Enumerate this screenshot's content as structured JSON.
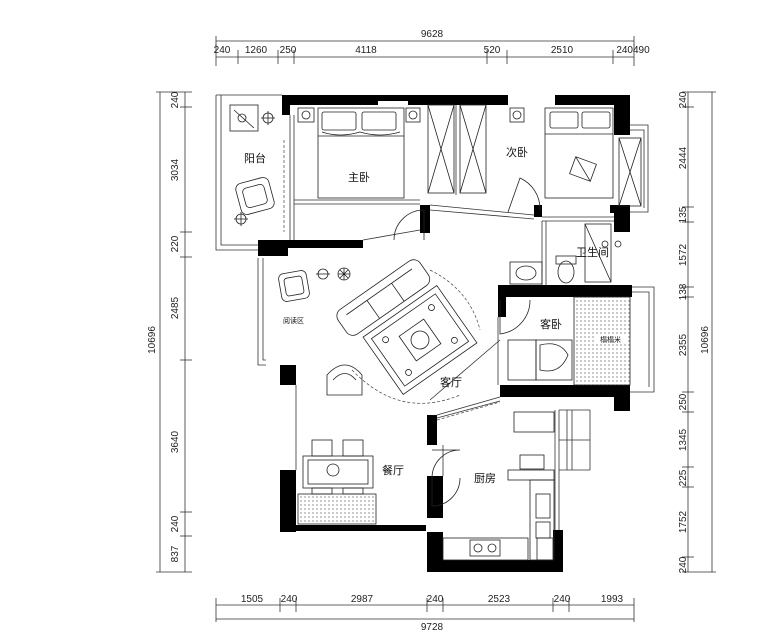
{
  "dimensions": {
    "top_total": "9628",
    "top_segments": [
      "240",
      "1260",
      "250",
      "4118",
      "520",
      "2510",
      "240490"
    ],
    "bottom_total": "9728",
    "bottom_segments": [
      "1505",
      "240",
      "2987",
      "240",
      "2523",
      "240",
      "1993"
    ],
    "left_total": "10696",
    "left_segments": [
      "240",
      "3034",
      "220",
      "2485",
      "3640",
      "240",
      "837"
    ],
    "right_total": "10696",
    "right_segments": [
      "240",
      "2444",
      "135",
      "1572",
      "138",
      "2355",
      "250",
      "1345",
      "225",
      "1752",
      "240"
    ]
  },
  "rooms": {
    "balcony": "阳台",
    "master_bedroom": "主卧",
    "second_bedroom": "次卧",
    "bathroom": "卫生间",
    "reading_area": "阅读区",
    "guest_bedroom": "客卧",
    "tatami": "榻榻米",
    "living_room": "客厅",
    "dining_room": "餐厅",
    "kitchen": "厨房"
  }
}
